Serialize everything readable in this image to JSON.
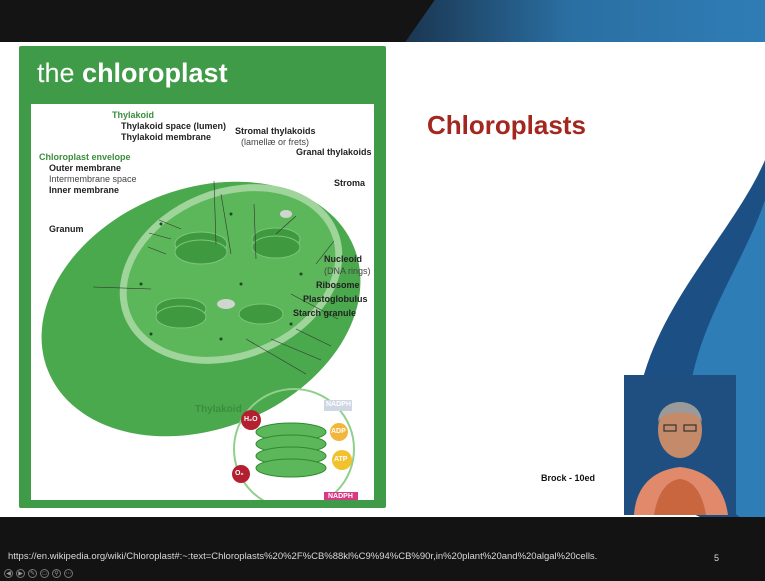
{
  "panel": {
    "title_regular": "the ",
    "title_bold": "chloroplast"
  },
  "labels": {
    "thylakoid": "Thylakoid",
    "thylakoid_space": "Thylakoid space (lumen)",
    "thylakoid_membrane": "Thylakoid membrane",
    "stromal_thylakoids": "Stromal thylakoids",
    "lamellae": "(lamellæ or frets)",
    "granal_thylakoids": "Granal thylakoids",
    "chloroplast_envelope": "Chloroplast envelope",
    "outer_membrane": "Outer membrane",
    "intermembrane_space": "Intermembrane space",
    "inner_membrane": "Inner membrane",
    "stroma": "Stroma",
    "granum": "Granum",
    "nucleoid": "Nucleoid",
    "dna_rings": "(DNA rings)",
    "ribosome": "Ribosome",
    "plastoglobulus": "Plastoglobulus",
    "starch_granule": "Starch granule",
    "thylakoid_lower": "Thylakoid",
    "nadph_top": "NADPH",
    "adp": "ADP",
    "atp": "ATP",
    "nadph_bottom": "NADPH",
    "h2o": "H₂O",
    "o2": "O₂"
  },
  "slide": {
    "heading": "Chloroplasts",
    "citation": "Brock - 10ed",
    "page_number": "5"
  },
  "footer": {
    "url": "https://en.wikipedia.org/wiki/Chloroplast#:~:text=Chloroplasts%20%2F%CB%88kl%C9%94%CB%90r,in%20plant%20and%20algal%20cells."
  },
  "controls": [
    "prev-icon",
    "next-icon",
    "pen-icon",
    "copy-icon",
    "zoom-icon",
    "menu-icon"
  ],
  "colors": {
    "accent_blue": "#2f7db6",
    "panel_green": "#3f9b47",
    "heading_red": "#a3271f"
  }
}
